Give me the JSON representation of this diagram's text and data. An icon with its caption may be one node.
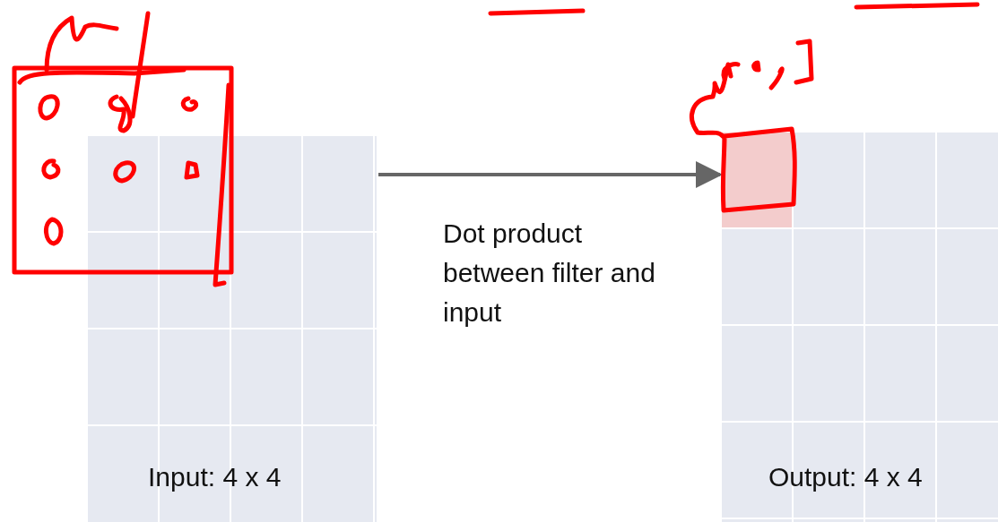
{
  "diagram": {
    "nodes": [
      {
        "text": [
          "Input: 4 x 4"
        ]
      },
      {
        "text": [
          "Output: 4 x 4"
        ]
      }
    ],
    "edges": [
      {
        "from": 0,
        "to": 1,
        "arrow": "to",
        "label": "Dot product between filter and input"
      }
    ]
  }
}
